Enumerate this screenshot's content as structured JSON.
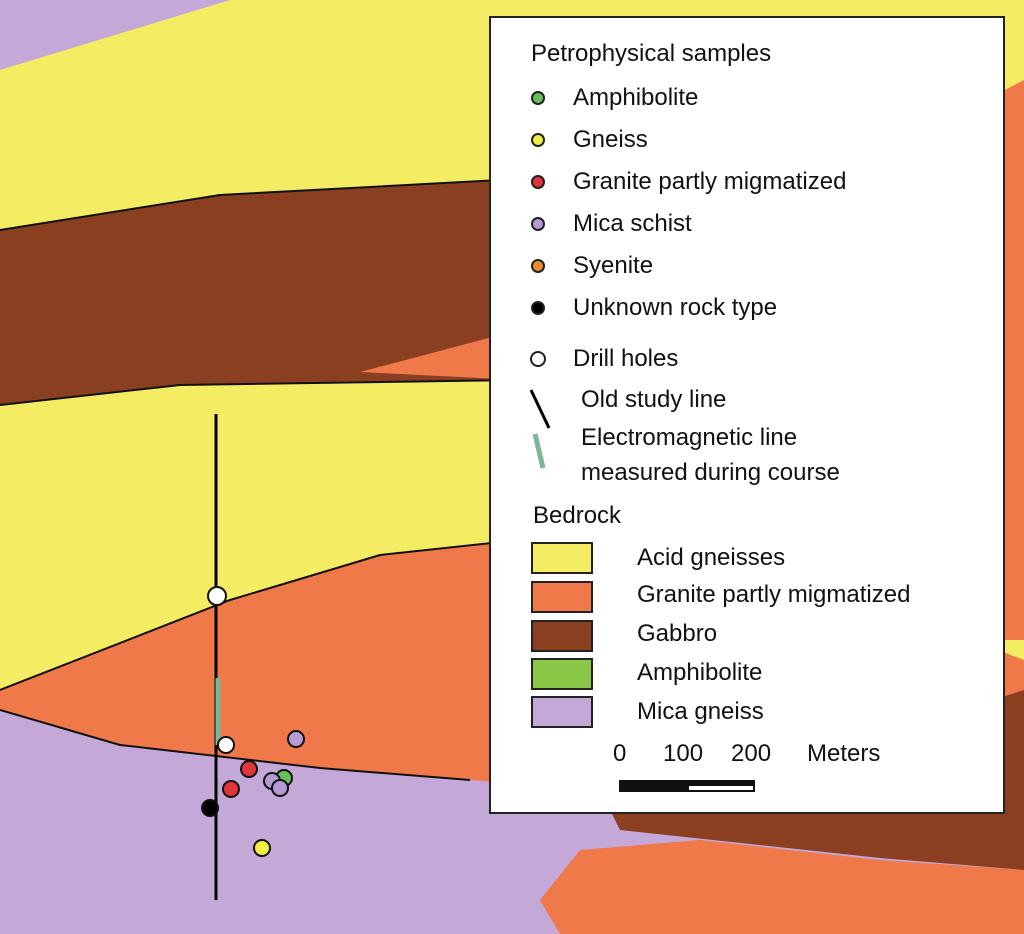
{
  "colors": {
    "acid_gneisses": "#f4ec62",
    "granite_partly_migmatized": "#f0794a",
    "gabbro": "#8a3f20",
    "amphibolite": "#8cc848",
    "mica_gneiss": "#c4a8d8"
  },
  "legend": {
    "petro_heading": "Petrophysical samples",
    "samples": [
      {
        "label": "Amphibolite",
        "color": "#6bbf59",
        "icon": "green-dot-icon"
      },
      {
        "label": "Gneiss",
        "color": "#f2ee44",
        "icon": "yellow-dot-icon"
      },
      {
        "label": "Granite partly migmatized",
        "color": "#e0353a",
        "icon": "red-dot-icon"
      },
      {
        "label": "Mica schist",
        "color": "#b59ad6",
        "icon": "purple-dot-icon"
      },
      {
        "label": "Syenite",
        "color": "#f08c2c",
        "icon": "orange-dot-icon"
      },
      {
        "label": "Unknown rock type",
        "color": "#000000",
        "icon": "black-dot-icon"
      }
    ],
    "drill_holes": "Drill holes",
    "old_line": "Old study line",
    "em_line_1": "Electromagnetic line",
    "em_line_2": "measured during course",
    "bedrock_heading": "Bedrock",
    "bedrock": [
      {
        "label": "Acid gneisses",
        "color": "#f4ec62"
      },
      {
        "label": "Granite partly migmatized",
        "color": "#f0794a"
      },
      {
        "label": "Gabbro",
        "color": "#8a3f20"
      },
      {
        "label": "Amphibolite",
        "color": "#8cc848"
      },
      {
        "label": "Mica gneiss",
        "color": "#c4a8d8"
      }
    ],
    "scale": {
      "t0": "0",
      "t100": "100",
      "t200": "200",
      "unit": "Meters"
    }
  }
}
